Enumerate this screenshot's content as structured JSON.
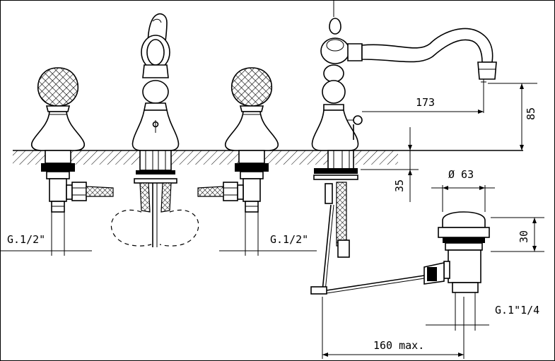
{
  "dimensions": {
    "spout_reach": "173",
    "spout_height": "85",
    "deck_thickness": "35",
    "waste_diameter": "Ø 63",
    "waste_height": "30",
    "left_thread": "G.1/2\"",
    "right_thread": "G.1/2\"",
    "waste_thread": "G.1\"1/4",
    "rod_length": "160 max."
  }
}
